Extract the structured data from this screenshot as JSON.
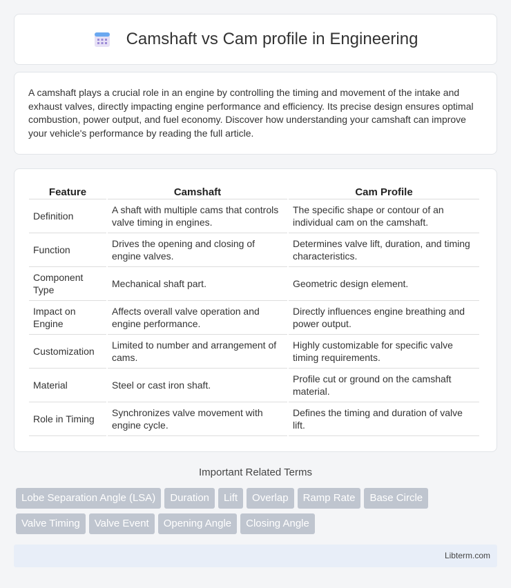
{
  "header": {
    "title": "Camshaft vs Cam profile in Engineering",
    "icon": "calendar-icon"
  },
  "intro": {
    "text": "A camshaft plays a crucial role in an engine by controlling the timing and movement of the intake and exhaust valves, directly impacting engine performance and efficiency. Its precise design ensures optimal combustion, power output, and fuel economy. Discover how understanding your camshaft can improve your vehicle's performance by reading the full article."
  },
  "table": {
    "headers": [
      "Feature",
      "Camshaft",
      "Cam Profile"
    ],
    "rows": [
      [
        "Definition",
        "A shaft with multiple cams that controls valve timing in engines.",
        "The specific shape or contour of an individual cam on the camshaft."
      ],
      [
        "Function",
        "Drives the opening and closing of engine valves.",
        "Determines valve lift, duration, and timing characteristics."
      ],
      [
        "Component Type",
        "Mechanical shaft part.",
        "Geometric design element."
      ],
      [
        "Impact on Engine",
        "Affects overall valve operation and engine performance.",
        "Directly influences engine breathing and power output."
      ],
      [
        "Customization",
        "Limited to number and arrangement of cams.",
        "Highly customizable for specific valve timing requirements."
      ],
      [
        "Material",
        "Steel or cast iron shaft.",
        "Profile cut or ground on the camshaft material."
      ],
      [
        "Role in Timing",
        "Synchronizes valve movement with engine cycle.",
        "Defines the timing and duration of valve lift."
      ]
    ]
  },
  "related": {
    "title": "Important Related Terms",
    "tags": [
      "Lobe Separation Angle (LSA)",
      "Duration",
      "Lift",
      "Overlap",
      "Ramp Rate",
      "Base Circle",
      "Valve Timing",
      "Valve Event",
      "Opening Angle",
      "Closing Angle"
    ]
  },
  "footer": {
    "text": "Libterm.com"
  }
}
